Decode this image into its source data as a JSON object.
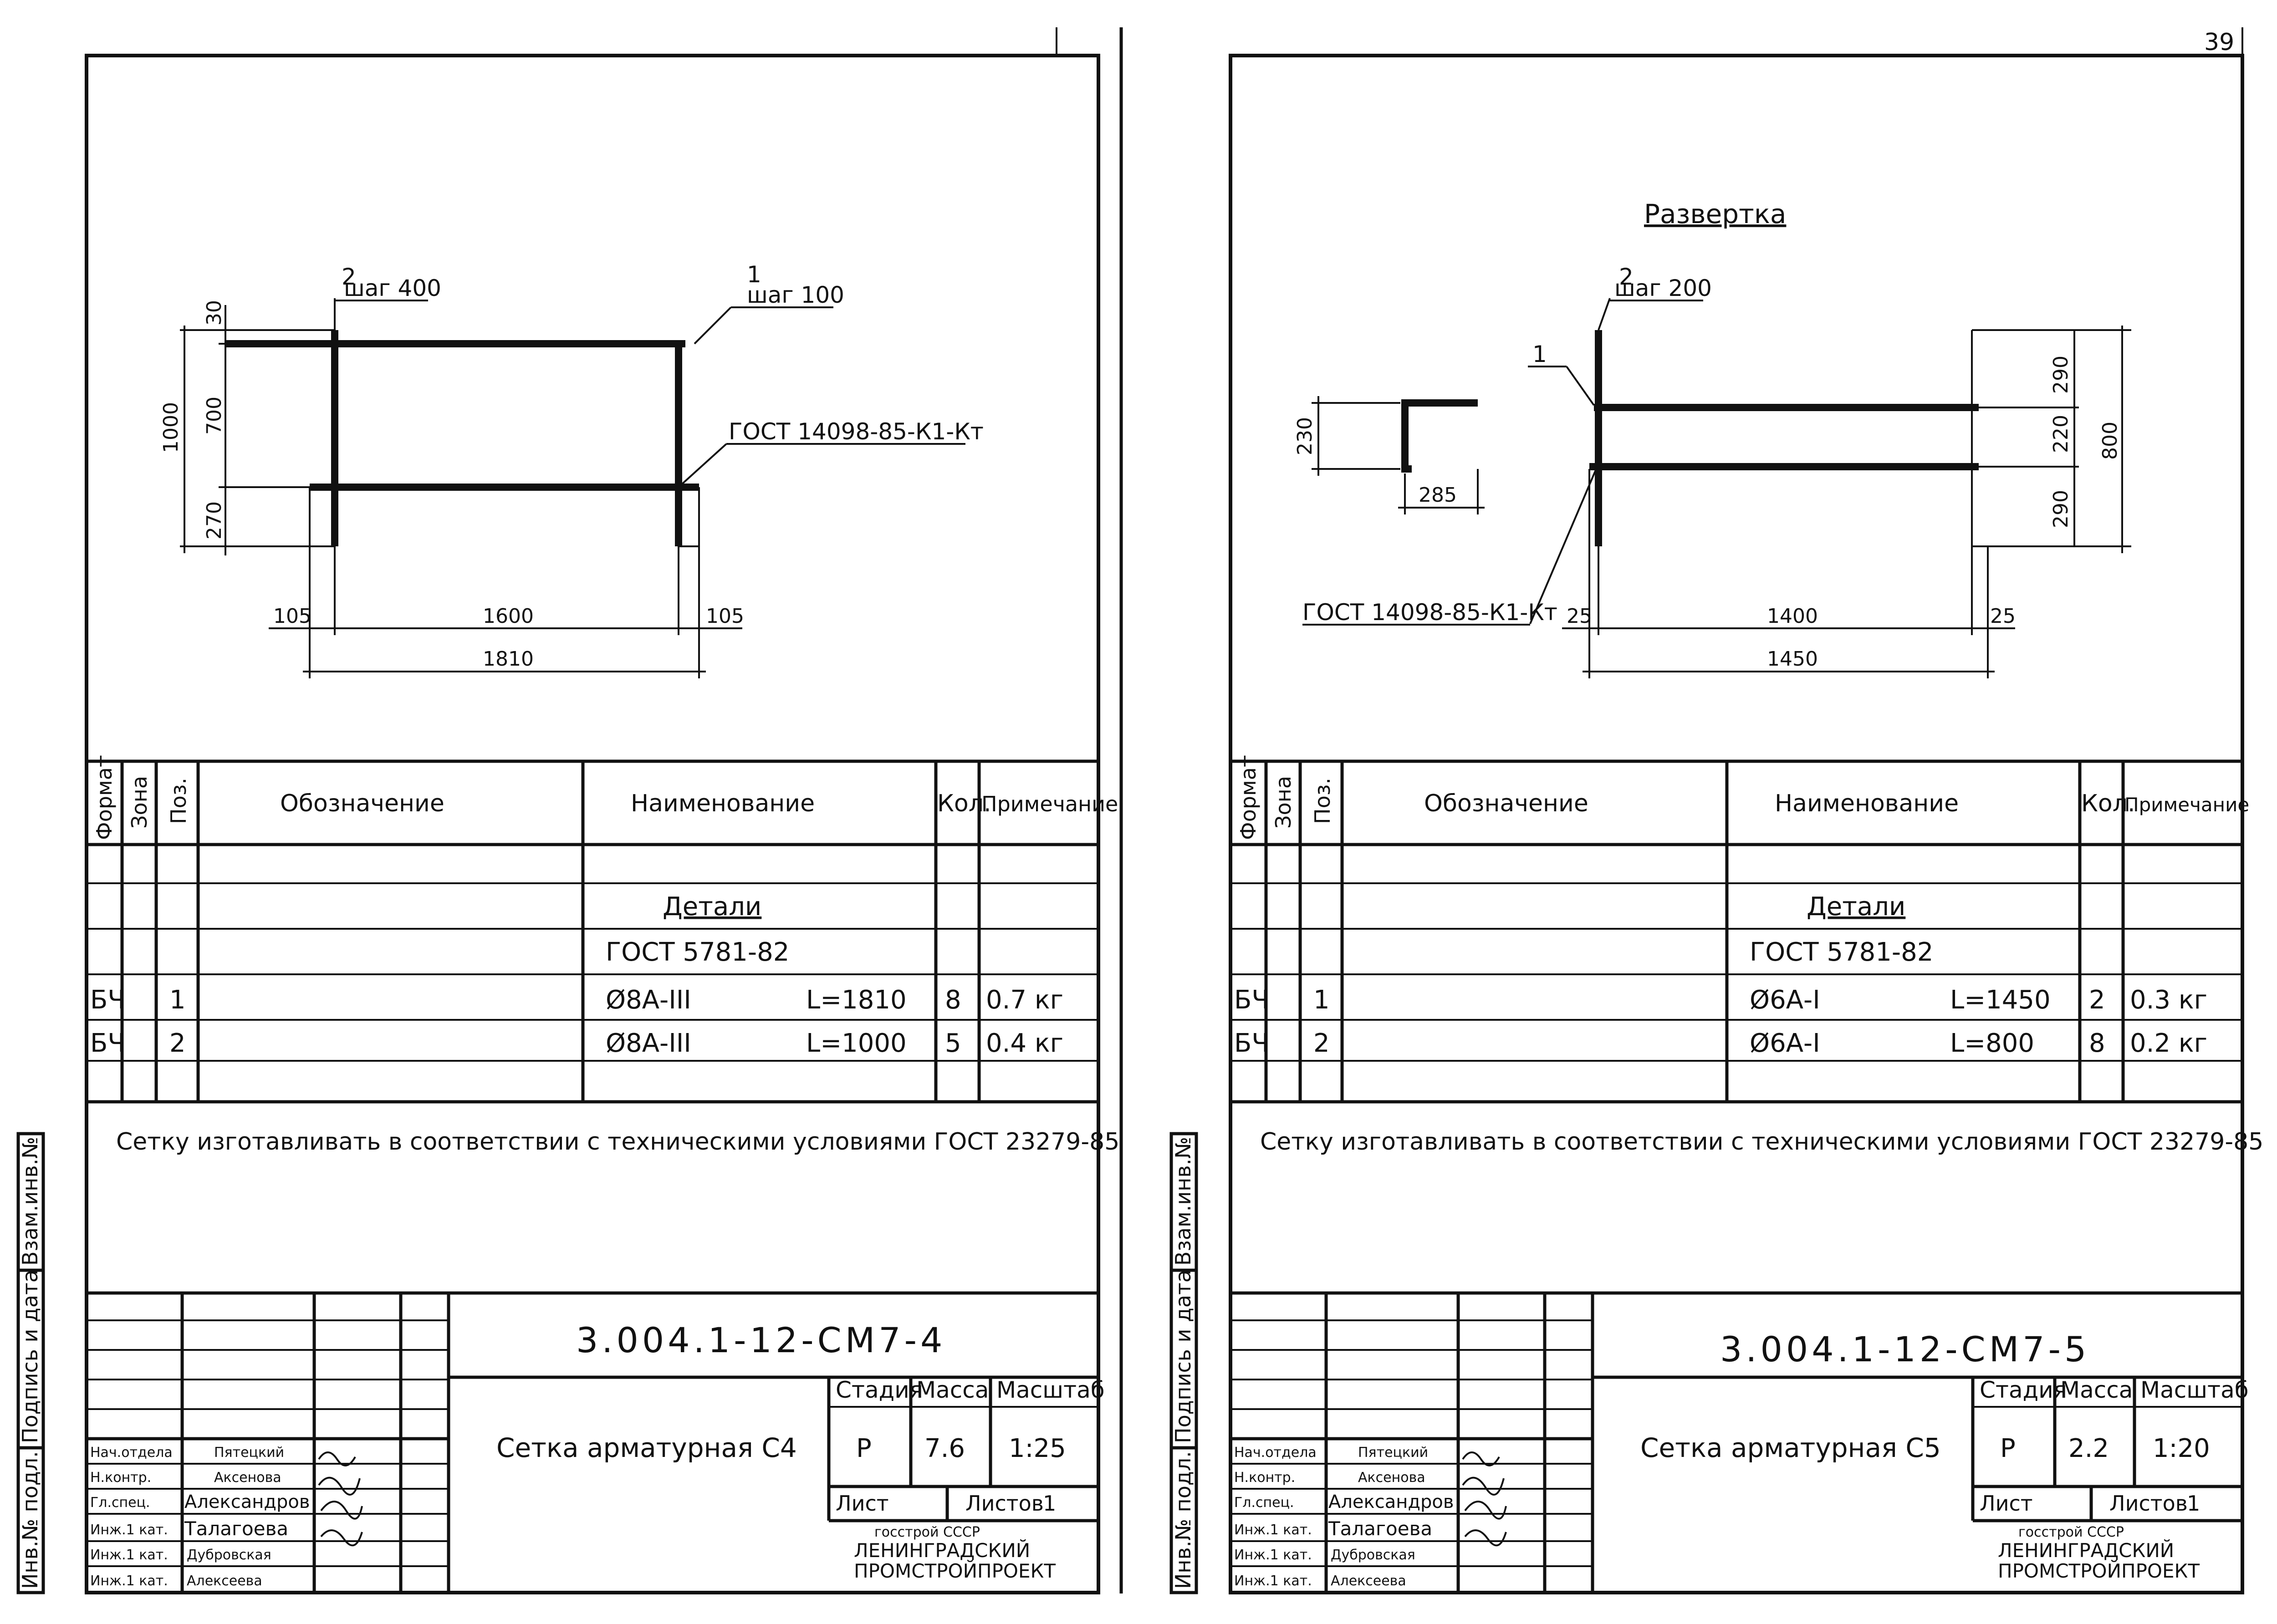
{
  "header": {
    "sheet_number": "39"
  },
  "sheets": [
    {
      "id": "left",
      "drawing": {
        "title": "",
        "callouts": [
          {
            "pos": "2",
            "step": "шаг 400"
          },
          {
            "pos": "1",
            "step": "шаг 100"
          }
        ],
        "gost_label": "ГОСТ 14098-85-К1-Кт",
        "dims": {
          "top": "30",
          "mid": "700",
          "bottom": "270",
          "total": "1000",
          "left_overhang": "105",
          "length": "1600",
          "right_overhang": "105",
          "overall": "1810"
        }
      },
      "spec": {
        "headers": {
          "format": "Формат",
          "zone": "Зона",
          "pos": "Поз.",
          "designation": "Обозначение",
          "name": "Наименование",
          "qty": "Кол.",
          "note": "Примечание"
        },
        "section": "Детали",
        "standard": "ГОСТ 5781-82",
        "rows": [
          {
            "format": "БЧ",
            "pos": "1",
            "name": "Ø8А-III",
            "length": "L=1810",
            "qty": "8",
            "note": "0.7 кг"
          },
          {
            "format": "БЧ",
            "pos": "2",
            "name": "Ø8А-III",
            "length": "L=1000",
            "qty": "5",
            "note": "0.4 кг"
          }
        ]
      },
      "note": "Сетку изготавливать в соответствии с техническими условиями ГОСТ 23279-85",
      "side_labels": {
        "inv_podl": "Инв.№ подл.",
        "podpis_data": "Подпись и дата",
        "vzam_inv": "Взам.инв.№"
      },
      "stamp": {
        "code": "3.004.1-12-СМ7-4",
        "title": "Сетка арматурная С4",
        "stage_label": "Стадия",
        "mass_label": "Масса",
        "scale_label": "Масштаб",
        "stage": "Р",
        "mass": "7.6",
        "scale": "1:25",
        "sheet_label": "Лист",
        "sheets_label": "Листов",
        "sheets_count": "1",
        "org_line1": "госстрой СССР",
        "org_line2": "ЛЕНИНГРАДСКИЙ",
        "org_line3": "ПРОМСТРОЙПРОЕКТ",
        "people": [
          {
            "role": "Нач.отдела",
            "name": "Пятецкий"
          },
          {
            "role": "Н.контр.",
            "name": "Аксенова"
          },
          {
            "role": "Гл.спец.",
            "name": "Александров"
          },
          {
            "role": "Инж.1 кат.",
            "name": "Талагоева"
          },
          {
            "role": "Инж.1 кат.",
            "name": "Дубровская"
          },
          {
            "role": "Инж.1 кат.",
            "name": "Алексеева"
          }
        ]
      }
    },
    {
      "id": "right",
      "drawing": {
        "title": "Развертка",
        "callouts": [
          {
            "pos": "2",
            "step": "шаг 200"
          },
          {
            "pos": "1",
            "step": ""
          }
        ],
        "gost_label": "ГОСТ 14098-85-К1-Кт",
        "dims": {
          "top": "290",
          "mid": "220",
          "bottom": "290",
          "total": "800",
          "left_overhang": "25",
          "length": "1400",
          "right_overhang": "25",
          "overall": "1450",
          "detail_h": "230",
          "detail_w": "285"
        }
      },
      "spec": {
        "headers": {
          "format": "Формат",
          "zone": "Зона",
          "pos": "Поз.",
          "designation": "Обозначение",
          "name": "Наименование",
          "qty": "Кол.",
          "note": "Примечание"
        },
        "section": "Детали",
        "standard": "ГОСТ 5781-82",
        "rows": [
          {
            "format": "БЧ",
            "pos": "1",
            "name": "Ø6А-I",
            "length": "L=1450",
            "qty": "2",
            "note": "0.3 кг"
          },
          {
            "format": "БЧ",
            "pos": "2",
            "name": "Ø6А-I",
            "length": "L=800",
            "qty": "8",
            "note": "0.2 кг"
          }
        ]
      },
      "note": "Сетку изготавливать в соответствии с техническими условиями ГОСТ 23279-85",
      "side_labels": {
        "inv_podl": "Инв.№ подл.",
        "podpis_data": "Подпись и дата",
        "vzam_inv": "Взам.инв.№"
      },
      "stamp": {
        "code": "3.004.1-12-СМ7-5",
        "title": "Сетка арматурная С5",
        "stage_label": "Стадия",
        "mass_label": "Масса",
        "scale_label": "Масштаб",
        "stage": "Р",
        "mass": "2.2",
        "scale": "1:20",
        "sheet_label": "Лист",
        "sheets_label": "Листов",
        "sheets_count": "1",
        "org_line1": "госстрой СССР",
        "org_line2": "ЛЕНИНГРАДСКИЙ",
        "org_line3": "ПРОМСТРОЙПРОЕКТ",
        "people": [
          {
            "role": "Нач.отдела",
            "name": "Пятецкий"
          },
          {
            "role": "Н.контр.",
            "name": "Аксенова"
          },
          {
            "role": "Гл.спец.",
            "name": "Александров"
          },
          {
            "role": "Инж.1 кат.",
            "name": "Талагоева"
          },
          {
            "role": "Инж.1 кат.",
            "name": "Дубровская"
          },
          {
            "role": "Инж.1 кат.",
            "name": "Алексеева"
          }
        ]
      }
    }
  ]
}
